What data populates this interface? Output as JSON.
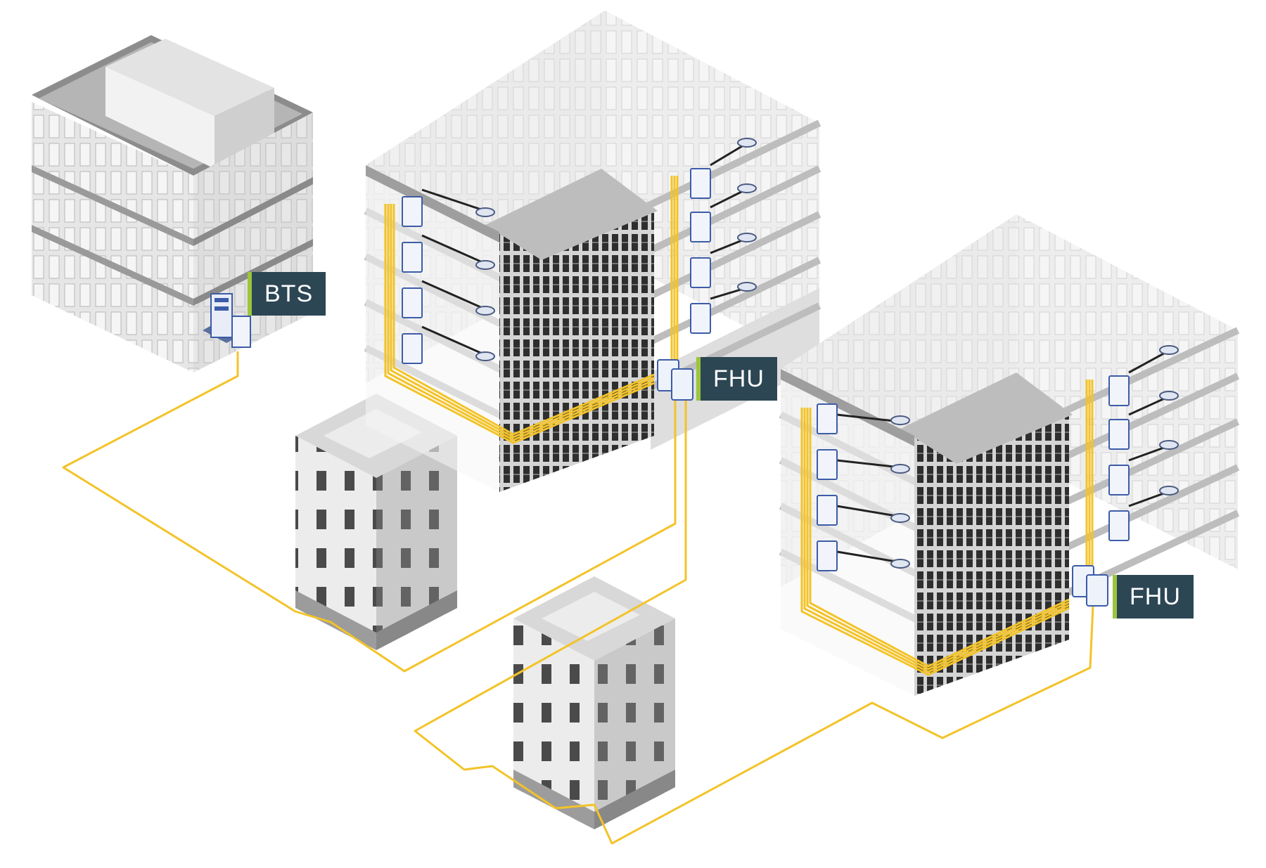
{
  "labels": {
    "bts": "BTS",
    "fhu_center": "FHU",
    "fhu_right": "FHU"
  },
  "colors": {
    "fiber": "#f3c328",
    "label_bg": "#2c4654",
    "label_accent": "#9bc53d",
    "building_light": "#efefef",
    "building_mid": "#d9d9d9",
    "building_dark": "#bdbdbd",
    "window_dark": "#3a3a3a",
    "equipment_blue": "#3c5ca8"
  },
  "icons": {
    "bts_unit": "base-station-cabinet-icon",
    "fhu_unit": "fiber-hub-unit-icon",
    "remote_unit": "remote-unit-icon",
    "antenna": "ceiling-antenna-icon"
  }
}
